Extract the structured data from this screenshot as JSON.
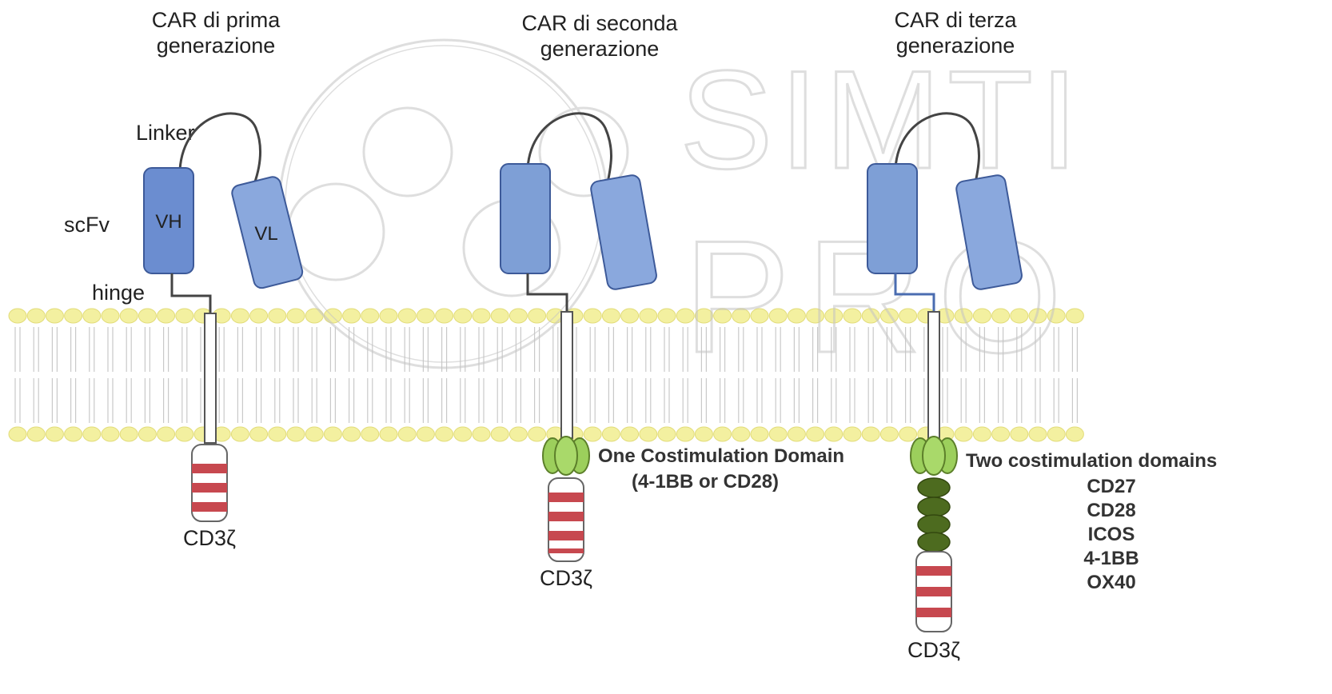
{
  "generations": [
    {
      "title_line1": "CAR di prima",
      "title_line2": "generazione",
      "cd3_label": "CD3ζ"
    },
    {
      "title_line1": "CAR di seconda",
      "title_line2": "generazione",
      "cd3_label": "CD3ζ"
    },
    {
      "title_line1": "CAR di terza",
      "title_line2": "generazione",
      "cd3_label": "CD3ζ"
    }
  ],
  "labels": {
    "linker": "Linker",
    "scfv": "scFv",
    "hinge": "hinge",
    "vh": "VH",
    "vl": "VL"
  },
  "costim": {
    "one_line1": "One Costimulation Domain",
    "one_line2": "(4-1BB or CD28)",
    "two_title": "Two costimulation domains",
    "two_options": [
      "CD27",
      "CD28",
      "ICOS",
      "4-1BB",
      "OX40"
    ]
  },
  "watermark": {
    "line1": "SIMTI",
    "line2": "PRO"
  },
  "colors": {
    "domain_blue": "#7e9fd6",
    "domain_blue_dark": "#5a7cc0",
    "domain_outline": "#3d5a99",
    "lipid_head": "#f3f0a0",
    "lipid_tail": "#c9c9c9",
    "costim_green": "#9ccf5c",
    "costim_dark_green": "#4d6b1f",
    "itam_red": "#c7484f",
    "watermark": "#bdbdbd"
  }
}
